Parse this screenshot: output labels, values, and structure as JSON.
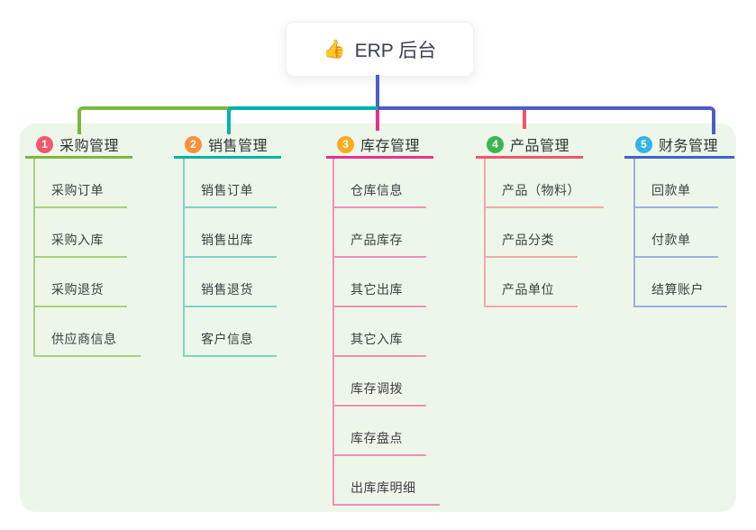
{
  "root": {
    "icon": "👍",
    "label": "ERP 后台"
  },
  "connectors": {
    "root_line": "#4d5ec6",
    "bus_green": "#7cb83d",
    "bus_teal": "#00b3a6",
    "bus_blue": "#4d5ec6"
  },
  "colors": {
    "page_bg": "#ffffff",
    "panel_bg": "#edf7e9",
    "card_bg": "#ffffff",
    "title_text": "#303237",
    "child_text": "#3c4045"
  },
  "branches": [
    {
      "index": "1",
      "label": "采购管理",
      "badge_color": "#f0586c",
      "line_color": "#7cb83d",
      "child_line_color": "#a9d17c",
      "children": [
        "采购订单",
        "采购入库",
        "采购退货",
        "供应商信息"
      ]
    },
    {
      "index": "2",
      "label": "销售管理",
      "badge_color": "#fc8e3c",
      "line_color": "#00b3a6",
      "child_line_color": "#7ed3c6",
      "children": [
        "销售订单",
        "销售出库",
        "销售退货",
        "客户信息"
      ]
    },
    {
      "index": "3",
      "label": "库存管理",
      "badge_color": "#fbab1f",
      "line_color": "#e5328e",
      "child_line_color": "#f28fb8",
      "children": [
        "仓库信息",
        "产品库存",
        "其它出库",
        "其它入库",
        "库存调拨",
        "库存盘点",
        "出库库明细"
      ]
    },
    {
      "index": "4",
      "label": "产品管理",
      "badge_color": "#3cb551",
      "line_color": "#f4546c",
      "child_line_color": "#f5a7a7",
      "children": [
        "产品（物料）",
        "产品分类",
        "产品单位"
      ]
    },
    {
      "index": "5",
      "label": "财务管理",
      "badge_color": "#33b3e7",
      "line_color": "#3e63d0",
      "child_line_color": "#9daee5",
      "children": [
        "回款单",
        "付款单",
        "结算账户"
      ]
    }
  ]
}
